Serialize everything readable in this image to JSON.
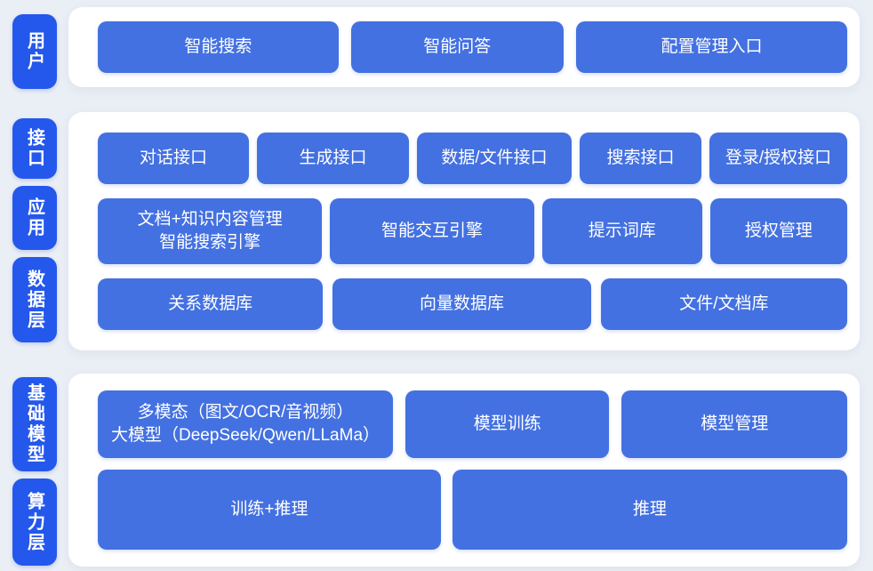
{
  "colors": {
    "background": "#eaeef5",
    "panel": "#ffffff",
    "label_blue": "#2458ec",
    "button_blue": "#4471e1",
    "button_text": "#ffffff"
  },
  "side_labels": {
    "user": "用户",
    "interface": "接口",
    "application": "应用",
    "data": "数据层",
    "model": "基础模型",
    "compute": "算力层"
  },
  "user_panel": {
    "buttons": [
      {
        "label": "智能搜索"
      },
      {
        "label": "智能问答"
      },
      {
        "label": "配置管理入口"
      }
    ]
  },
  "middle_panel": {
    "interface_row": [
      {
        "label": "对话接口"
      },
      {
        "label": "生成接口"
      },
      {
        "label": "数据/文件接口"
      },
      {
        "label": "搜索接口"
      },
      {
        "label": "登录/授权接口"
      }
    ],
    "application_row": [
      {
        "label": "文档+知识内容管理\n智能搜索引擎"
      },
      {
        "label": "智能交互引擎"
      },
      {
        "label": "提示词库"
      },
      {
        "label": "授权管理"
      }
    ],
    "data_row": [
      {
        "label": "关系数据库"
      },
      {
        "label": "向量数据库"
      },
      {
        "label": "文件/文档库"
      }
    ]
  },
  "bottom_panel": {
    "model_row": [
      {
        "label": "多模态（图文/OCR/音视频）\n大模型（DeepSeek/Qwen/LLaMa）"
      },
      {
        "label": "模型训练"
      },
      {
        "label": "模型管理"
      }
    ],
    "compute_row": [
      {
        "label": "训练+推理"
      },
      {
        "label": "推理"
      }
    ]
  }
}
